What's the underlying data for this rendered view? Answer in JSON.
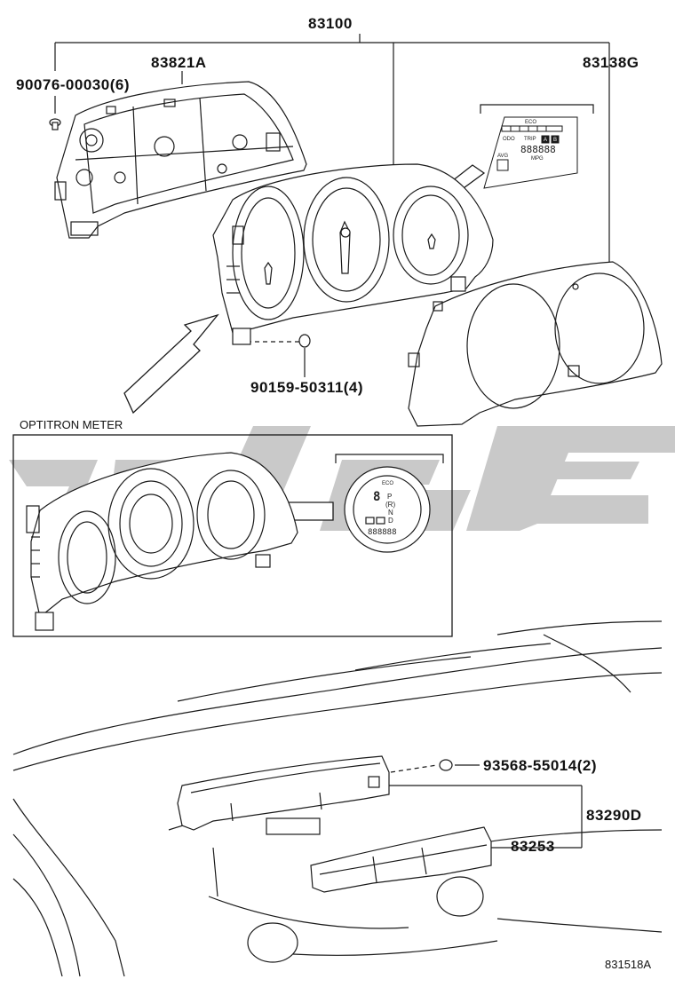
{
  "parts": {
    "main_assembly": "83100",
    "panel_back": "83821A",
    "screw_panel": "90076-00030(6)",
    "glass_cover": "83138G",
    "screw_meter": "90159-50311(4)",
    "clip": "93568-55014(2)",
    "clock_assembly": "83290D",
    "clock_display": "83253"
  },
  "inset": {
    "title": "OPTITRON METER"
  },
  "display_panel": {
    "top_label": "ECO",
    "odo": "ODO",
    "trip": "TRIP",
    "trip_a": "A",
    "trip_b": "B",
    "readout": "888888",
    "avg": "AVG",
    "mpg": "MPG"
  },
  "optitron_display": {
    "gear_digit": "8",
    "p": "P",
    "r": "(R)",
    "n": "N",
    "d": "D",
    "eco": "ECO",
    "readout": "888888"
  },
  "diagram_id": "831518A",
  "watermark_color": "#c8c8c8",
  "line_color": "#1a1a1a"
}
